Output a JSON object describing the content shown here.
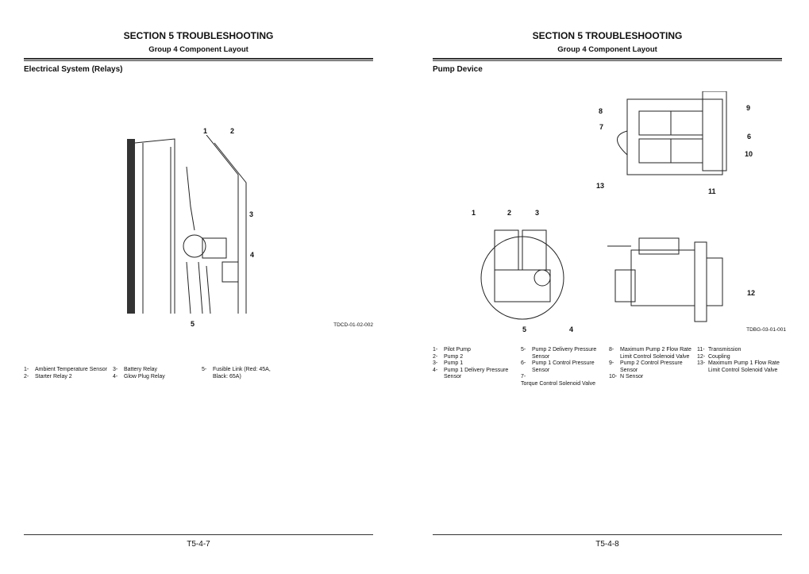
{
  "left": {
    "section": "SECTION 5 TROUBLESHOOTING",
    "group": "Group 4 Component Layout",
    "title": "Electrical System (Relays)",
    "figure_code": "TDCD-01-02-002",
    "page": "T5-4-7",
    "callouts": [
      "1",
      "2",
      "3",
      "4",
      "5"
    ],
    "legend": [
      {
        "n": "1-",
        "t": "Ambient Temperature Sensor"
      },
      {
        "n": "2-",
        "t": "Starter Relay 2"
      },
      {
        "n": "3-",
        "t": "Battery Relay"
      },
      {
        "n": "4-",
        "t": "Glow Plug Relay"
      },
      {
        "n": "5-",
        "t": "Fusible Link (Red: 45A, Black: 65A)"
      }
    ]
  },
  "right": {
    "section": "SECTION 5 TROUBLESHOOTING",
    "group": "Group 4 Component Layout",
    "title": "Pump Device",
    "figure_code": "TDBG-03-01-001",
    "page": "T5-4-8",
    "callouts": [
      "8",
      "9",
      "7",
      "6",
      "10",
      "13",
      "11",
      "1",
      "2",
      "3",
      "5",
      "4",
      "12"
    ],
    "legend": [
      {
        "n": "1-",
        "t": "Pilot Pump"
      },
      {
        "n": "2-",
        "t": "Pump 2"
      },
      {
        "n": "3-",
        "t": "Pump 1"
      },
      {
        "n": "4-",
        "t": "Pump 1 Delivery Pressure Sensor"
      },
      {
        "n": "5-",
        "t": "Pump 2 Delivery Pressure Sensor"
      },
      {
        "n": "6-",
        "t": "Pump 1 Control Pressure Sensor"
      },
      {
        "n": "7-",
        "t": "Torque Control Solenoid Valve"
      },
      {
        "n": "8-",
        "t": "Maximum Pump 2 Flow Rate Limit Control Solenoid Valve"
      },
      {
        "n": "9-",
        "t": "Pump 2 Control Pressure Sensor"
      },
      {
        "n": "10-",
        "t": "N Sensor"
      },
      {
        "n": "11-",
        "t": "Transmission"
      },
      {
        "n": "12-",
        "t": "Coupling"
      },
      {
        "n": "13-",
        "t": "Maximum Pump 1 Flow Rate Limit Control Solenoid Valve"
      }
    ]
  }
}
